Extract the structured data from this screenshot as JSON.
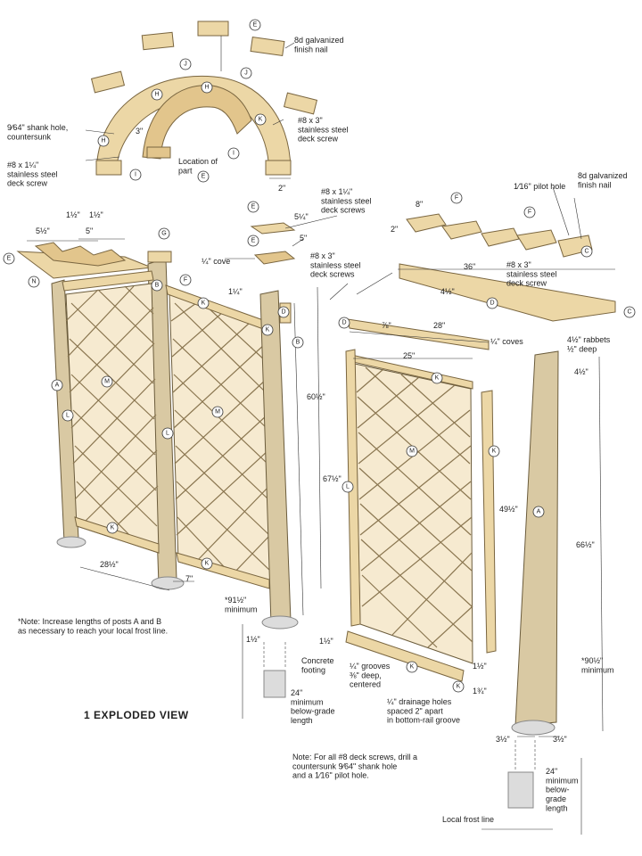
{
  "title": "1 EXPLODED VIEW",
  "callouts": {
    "finish_nail_top": "8d galvanized\nfinish nail",
    "shank_hole": "9⁄64\" shank hole,\ncountersunk",
    "deck_screw_1_14": "#8 x 1¼\"\nstainless steel\ndeck screw",
    "deck_screw_3": "#8 x 3\"\nstainless steel\ndeck screw",
    "location_of_part": "Location of\npart",
    "deck_screws_1_14": "#8 x 1¼\"\nstainless steel\ndeck screws",
    "cove_left": "¼\" cove",
    "deck_screws_3": "#8 x 3\"\nstainless steel\ndeck screws",
    "pilot_hole": "1⁄16\" pilot hole",
    "finish_nail_right": "8d galvanized\nfinish nail",
    "deck_screw_3_right": "#8 x 3\"\nstainless steel\ndeck screw",
    "coves": "¼\" coves",
    "rabbets": "4½\" rabbets\n½\" deep",
    "concrete_footing": "Concrete\nfooting",
    "grooves": "¼\" grooves\n⅜\" deep,\ncentered",
    "drainage": "¼\" drainage holes\nspaced 2\" apart\nin bottom-rail groove",
    "below_grade_left": "24\"\nminimum\nbelow-grade\nlength",
    "below_grade_right": "24\"\nminimum\nbelow-\ngrade\nlength",
    "local_frost_line": "Local frost line",
    "minimum_91": "*91½\"\nminimum",
    "minimum_90": "*90½\"\nminimum"
  },
  "notes": {
    "posts": "*Note: Increase lengths of posts A and B\nas necessary to reach your local frost line.",
    "screws": "Note: For all #8 deck screws, drill a\ncountersunk 9⁄64\" shank hole\nand a 1⁄16\" pilot hole."
  },
  "dims": {
    "d_5_12": "5½\"",
    "d_1_12a": "1½\"",
    "d_1_12b": "1½\"",
    "d_5a": "5\"",
    "d_3": "3\"",
    "d_2a": "2\"",
    "d_5_14": "5¼\"",
    "d_5b": "5\"",
    "d_1_14": "1¼\"",
    "d_60_12": "60½\"",
    "d_67_12": "67½\"",
    "d_28_12": "28½\"",
    "d_7": "7\"",
    "d_8": "8\"",
    "d_2b": "2\"",
    "d_36": "36\"",
    "d_4_12": "4½\"",
    "d_28": "28\"",
    "d_7_8": "⅞\"",
    "d_25": "25\"",
    "d_4_12b": "4½\"",
    "d_49_12": "49½\"",
    "d_66_12": "66½\"",
    "d_1_12c": "1½\"",
    "d_1_12d": "1½\"",
    "d_1_34": "1¾\"",
    "d_3_12a": "3½\"",
    "d_3_12b": "3½\"",
    "d_1_12e": "1½\""
  },
  "parts": {
    "A": "A",
    "B": "B",
    "C": "C",
    "D": "D",
    "E": "E",
    "F": "F",
    "G": "G",
    "H": "H",
    "I": "I",
    "J": "J",
    "K": "K",
    "L": "L",
    "M": "M",
    "N": "N"
  }
}
